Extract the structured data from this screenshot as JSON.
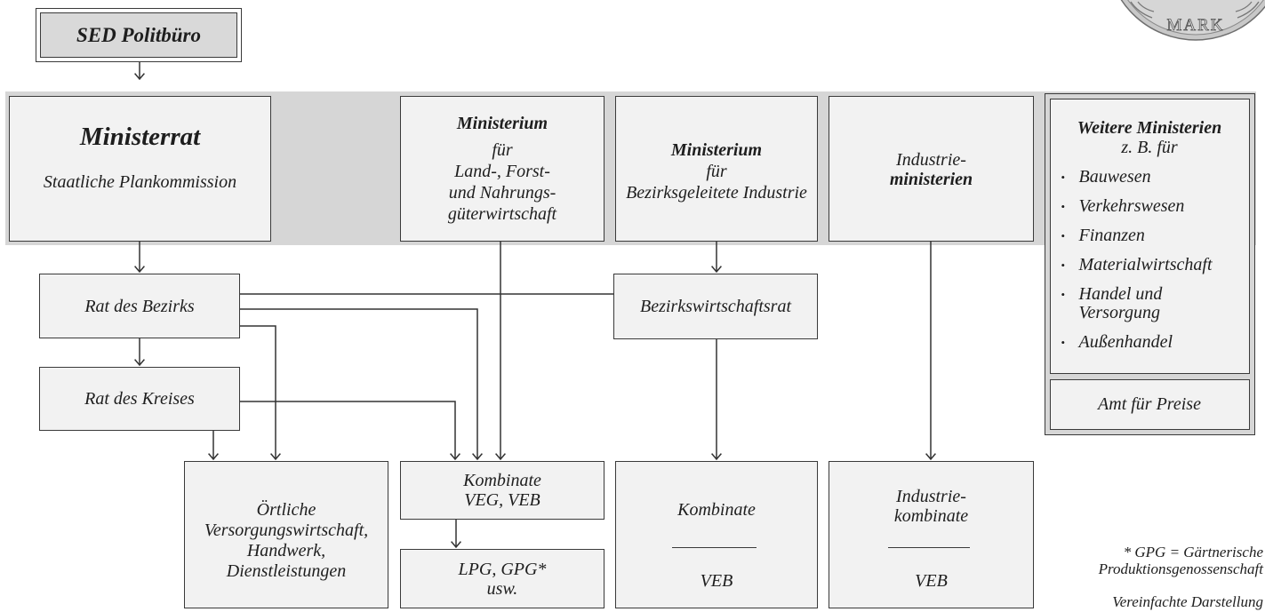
{
  "coin": {
    "text": "MARK"
  },
  "politburo": {
    "label": "SED Politbüro"
  },
  "ministerrat": {
    "title": "Ministerrat",
    "subtitle": "Staatliche Plankommission"
  },
  "ministerium_land": {
    "title": "Ministerium",
    "lines": [
      "für",
      "Land-, Forst-",
      "und Nahrungs-",
      "güterwirtschaft"
    ]
  },
  "ministerium_bezirk": {
    "title": "Ministerium",
    "lines": [
      "für",
      "Bezirksgeleitete Industrie"
    ]
  },
  "industrieministerien": {
    "lines": [
      "Industrie-",
      "ministerien"
    ]
  },
  "weitere_ministerien": {
    "title": "Weitere Ministerien",
    "subtitle": "z. B. für",
    "items": [
      [
        "Bauwesen"
      ],
      [
        "Verkehrswesen"
      ],
      [
        "Finanzen"
      ],
      [
        "Materialwirtschaft"
      ],
      [
        "Handel und",
        "Versorgung"
      ],
      [
        "Außenhandel"
      ]
    ],
    "amt": "Amt für Preise"
  },
  "rat_bezirk": {
    "label": "Rat des Bezirks"
  },
  "rat_kreis": {
    "label": "Rat des Kreises"
  },
  "bezirkswirtschaftsrat": {
    "label": "Bezirkswirtschaftsrat"
  },
  "oertliche": {
    "lines": [
      "Örtliche",
      "Versorgungswirtschaft,",
      "Handwerk,",
      "Dienstleistungen"
    ]
  },
  "kombinate_veg_veb": {
    "lines": [
      "Kombinate",
      "VEG, VEB"
    ]
  },
  "lpg_gpg": {
    "lines": [
      "LPG, GPG*",
      "usw."
    ]
  },
  "kombinate": {
    "top": "Kombinate",
    "bottom": "VEB"
  },
  "industriekombinate": {
    "top": [
      "Industrie-",
      "kombinate"
    ],
    "bottom": "VEB"
  },
  "footnote": {
    "lines": [
      "* GPG = Gärtnerische",
      "Produktionsgenossenschaft"
    ],
    "note": "Vereinfachte Darstellung"
  },
  "colors": {
    "band": "#d6d6d6",
    "box_fill": "#f2f2f2",
    "border": "#3a3a3a",
    "line": "#333333",
    "politburo_fill": "#d9d9d9",
    "coin": "#c8c8c8"
  }
}
